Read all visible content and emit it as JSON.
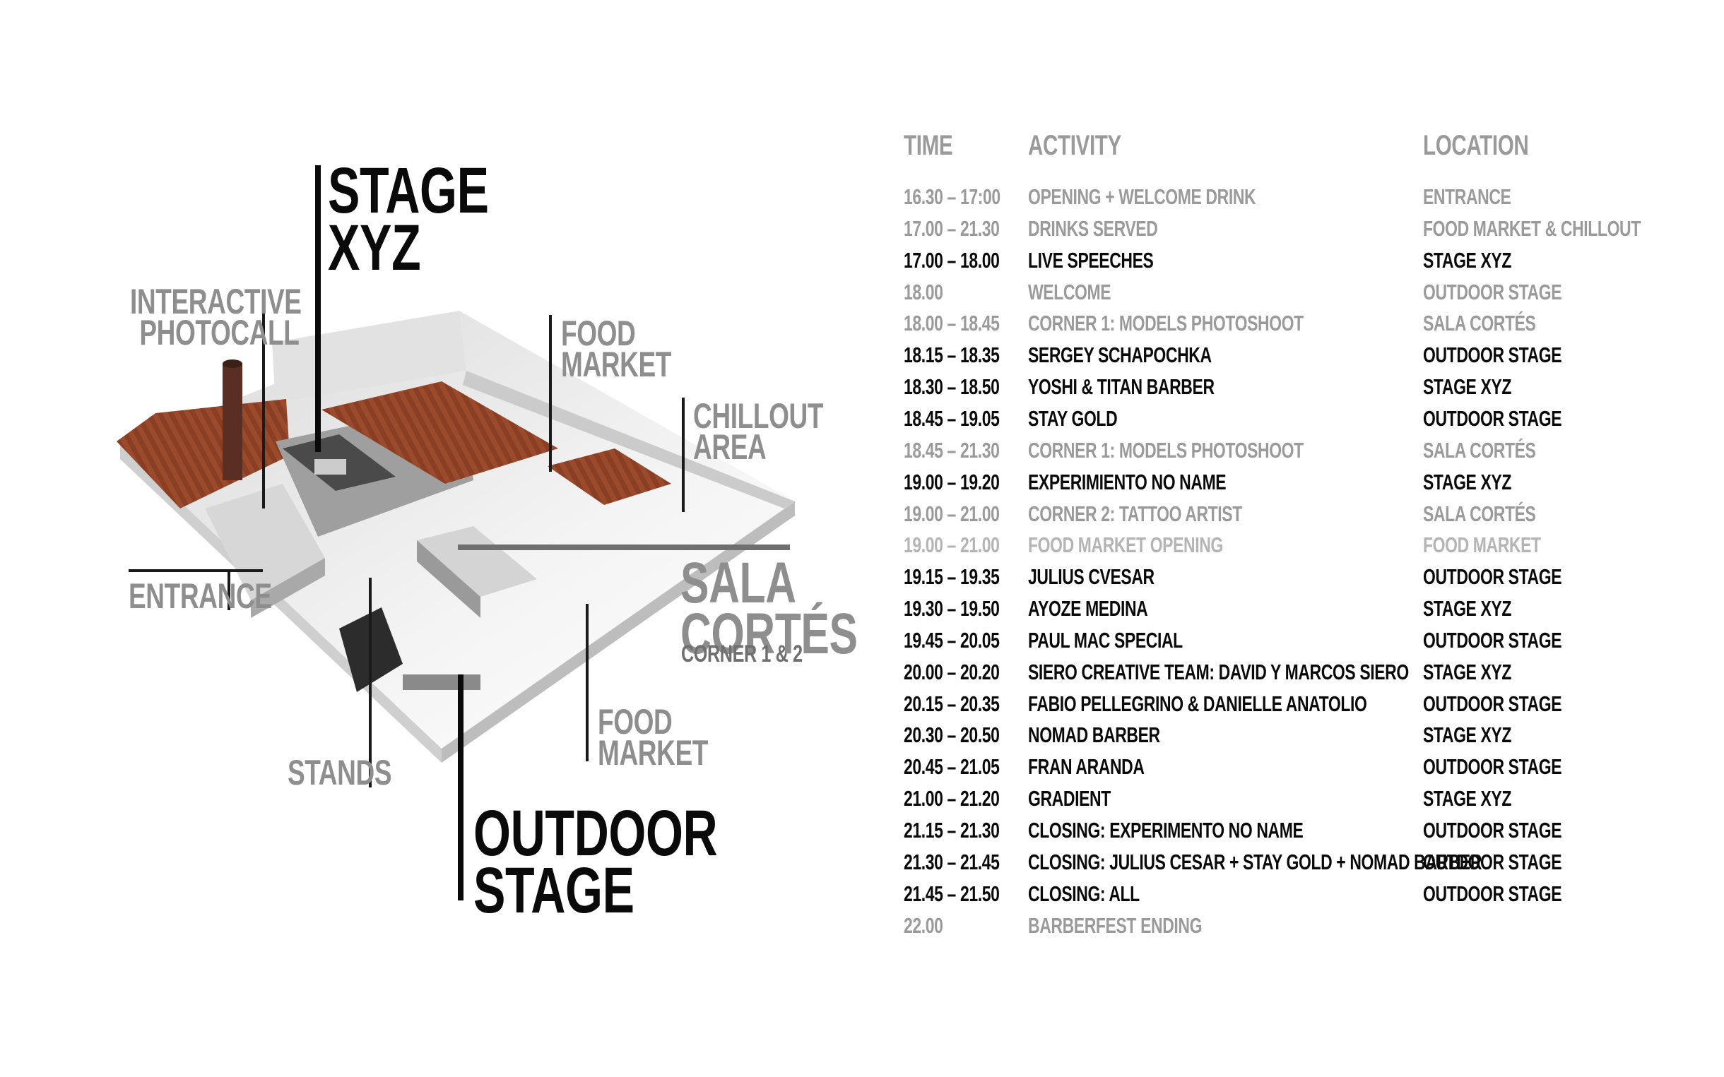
{
  "map_labels": {
    "stage_xyz": [
      "STAGE",
      "XYZ"
    ],
    "interactive_photocall": [
      "INTERACTIVE",
      "PHOTOCALL"
    ],
    "food_market_top": [
      "FOOD",
      "MARKET"
    ],
    "chillout_area": [
      "CHILLOUT",
      "AREA"
    ],
    "entrance": "ENTRANCE",
    "sala_cortes": [
      "SALA",
      "CORTÉS"
    ],
    "corner": "CORNER 1 & 2",
    "food_market_bottom": [
      "FOOD",
      "MARKET"
    ],
    "stands": "STANDS",
    "outdoor_stage": [
      "OUTDOOR",
      "STAGE"
    ]
  },
  "schedule": {
    "headers": {
      "time": "TIME",
      "activity": "ACTIVITY",
      "location": "LOCATION"
    },
    "rows": [
      {
        "time": "16.30 – 17:00",
        "activity": "OPENING + WELCOME DRINK",
        "location": "ENTRANCE",
        "style": "gray"
      },
      {
        "time": "17.00 – 21.30",
        "activity": "DRINKS SERVED",
        "location": "FOOD MARKET & CHILLOUT",
        "style": "gray"
      },
      {
        "time": "17.00 – 18.00",
        "activity": "LIVE SPEECHES",
        "location": "STAGE XYZ",
        "style": "black"
      },
      {
        "time": "18.00",
        "activity": "WELCOME",
        "location": "OUTDOOR STAGE",
        "style": "gray"
      },
      {
        "time": "18.00 – 18.45",
        "activity": "CORNER 1: MODELS PHOTOSHOOT",
        "location": "SALA CORTÉS",
        "style": "gray"
      },
      {
        "time": "18.15 – 18.35",
        "activity": "SERGEY SCHAPOCHKA",
        "location": "OUTDOOR STAGE",
        "style": "black"
      },
      {
        "time": "18.30 – 18.50",
        "activity": "YOSHI & TITAN BARBER",
        "location": "STAGE XYZ",
        "style": "black"
      },
      {
        "time": "18.45 – 19.05",
        "activity": "STAY GOLD",
        "location": "OUTDOOR STAGE",
        "style": "black"
      },
      {
        "time": "18.45 – 21.30",
        "activity": "CORNER 1: MODELS PHOTOSHOOT",
        "location": "SALA CORTÉS",
        "style": "gray"
      },
      {
        "time": "19.00 – 19.20",
        "activity": "EXPERIMIENTO NO NAME",
        "location": "STAGE  XYZ",
        "style": "black"
      },
      {
        "time": "19.00 – 21.00",
        "activity": "CORNER 2: TATTOO ARTIST",
        "location": "SALA CORTÉS",
        "style": "gray"
      },
      {
        "time": "19.00 – 21.00",
        "activity": "FOOD MARKET OPENING",
        "location": "FOOD MARKET",
        "style": "lightgray"
      },
      {
        "time": "19.15 – 19.35",
        "activity": "JULIUS CVESAR",
        "location": "OUTDOOR STAGE",
        "style": "black"
      },
      {
        "time": "19.30 – 19.50",
        "activity": "AYOZE MEDINA",
        "location": "STAGE XYZ",
        "style": "black"
      },
      {
        "time": "19.45 – 20.05",
        "activity": "PAUL MAC SPECIAL",
        "location": "OUTDOOR STAGE",
        "style": "black"
      },
      {
        "time": "20.00 – 20.20",
        "activity": "SIERO CREATIVE TEAM: DAVID Y MARCOS SIERO",
        "location": "STAGE XYZ",
        "style": "black"
      },
      {
        "time": "20.15 – 20.35",
        "activity": "FABIO PELLEGRINO & DANIELLE ANATOLIO",
        "location": "OUTDOOR STAGE",
        "style": "black"
      },
      {
        "time": "20.30 – 20.50",
        "activity": "NOMAD BARBER",
        "location": "STAGE XYZ",
        "style": "black"
      },
      {
        "time": "20.45 – 21.05",
        "activity": "FRAN ARANDA",
        "location": "OUTDOOR STAGE",
        "style": "black"
      },
      {
        "time": "21.00 – 21.20",
        "activity": "GRADIENT",
        "location": "STAGE XYZ",
        "style": "black"
      },
      {
        "time": "21.15 – 21.30",
        "activity": "CLOSING: EXPERIMENTO NO NAME",
        "location": "OUTDOOR STAGE",
        "style": "black"
      },
      {
        "time": "21.30 – 21.45",
        "activity": "CLOSING: JULIUS CESAR + STAY GOLD + NOMAD BARBER",
        "location": "OUTDOOR STAGE",
        "style": "black"
      },
      {
        "time": "21.45 – 21.50",
        "activity": "CLOSING: ALL",
        "location": "OUTDOOR STAGE",
        "style": "black"
      },
      {
        "time": "22.00",
        "activity": "BARBERFEST ENDING",
        "location": "",
        "style": "gray"
      }
    ]
  },
  "colors": {
    "black": "#0a0a0a",
    "gray": "#9a9a9a",
    "lightgray": "#b4b4b4",
    "roof": "#9c4a2c"
  }
}
